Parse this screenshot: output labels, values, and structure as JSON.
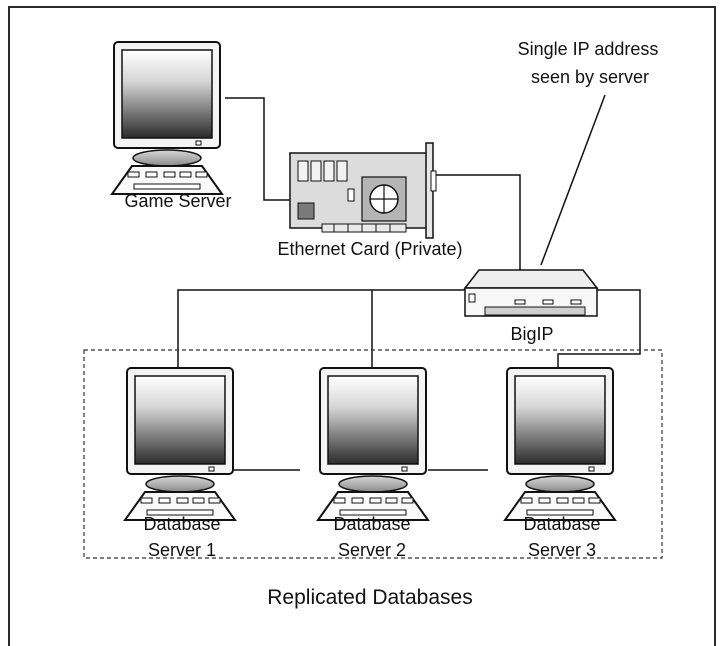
{
  "diagram": {
    "annotation": {
      "line1": "Single IP address",
      "line2": "seen by server"
    },
    "game_server": {
      "label": "Game Server"
    },
    "ethernet_card": {
      "label": "Ethernet Card (Private)"
    },
    "bigip": {
      "label": "BigIP"
    },
    "db_servers": [
      {
        "line1": "Database",
        "line2": "Server 1"
      },
      {
        "line1": "Database",
        "line2": "Server 2"
      },
      {
        "line1": "Database",
        "line2": "Server 3"
      }
    ],
    "group_label": "Replicated Databases"
  }
}
